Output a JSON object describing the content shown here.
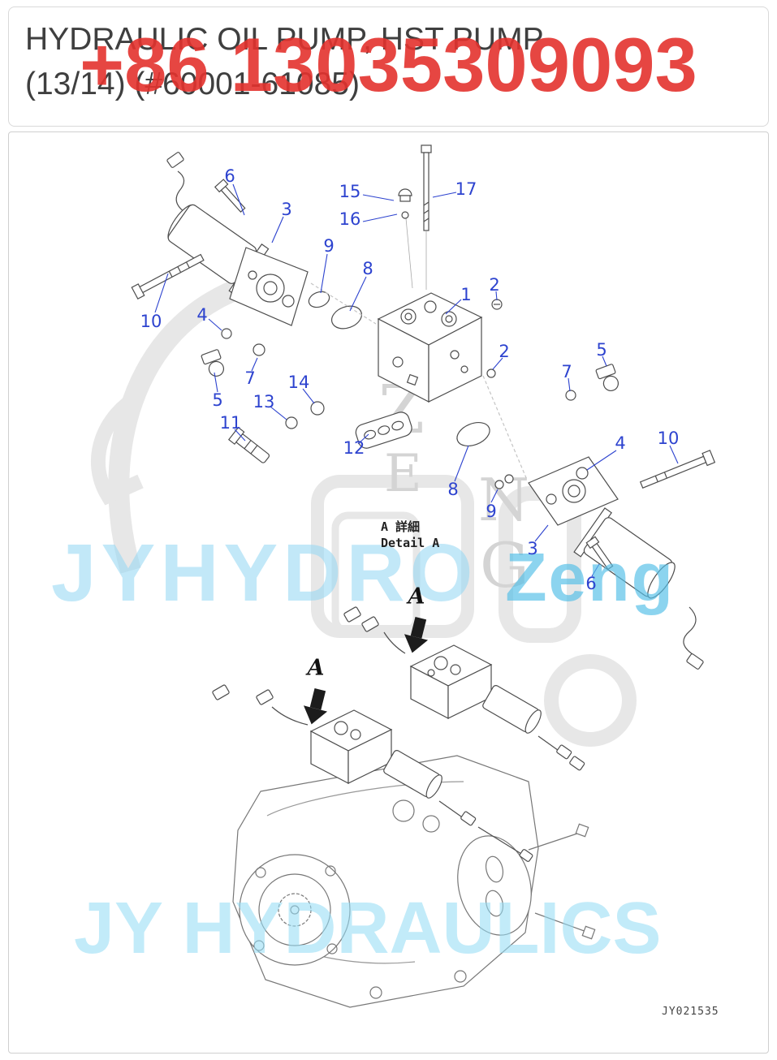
{
  "header": {
    "title_line1": "HYDRAULIC OIL PUMP, HST PUMP",
    "title_line2": "(13/14) (#60001-61085)"
  },
  "watermarks": {
    "phone": "+86 13035309093",
    "brand_mid": "JYHYDRO",
    "brand_mid_suffix": "Zeng",
    "brand_bottom": "JY HYDRAULICS",
    "letters": [
      "Z",
      "E",
      "N",
      "G"
    ]
  },
  "diagram": {
    "detail_label_line1": "A 詳細",
    "detail_label_line2": "Detail A",
    "view_label": "A",
    "drawing_number": "JY021535",
    "callouts": [
      {
        "label": "6"
      },
      {
        "label": "3"
      },
      {
        "label": "15"
      },
      {
        "label": "16"
      },
      {
        "label": "17"
      },
      {
        "label": "9"
      },
      {
        "label": "8"
      },
      {
        "label": "10"
      },
      {
        "label": "4"
      },
      {
        "label": "1"
      },
      {
        "label": "2"
      },
      {
        "label": "7"
      },
      {
        "label": "14"
      },
      {
        "label": "2"
      },
      {
        "label": "5"
      },
      {
        "label": "13"
      },
      {
        "label": "11"
      },
      {
        "label": "12"
      },
      {
        "label": "7"
      },
      {
        "label": "5"
      },
      {
        "label": "8"
      },
      {
        "label": "9"
      },
      {
        "label": "4"
      },
      {
        "label": "10"
      },
      {
        "label": "3"
      },
      {
        "label": "6"
      }
    ]
  },
  "colors": {
    "callout_blue": "#2d43cf",
    "watermark_red": "#e4322e",
    "watermark_blue": "#9ed9f0",
    "title_gray": "#3f3f3f",
    "line_gray": "#4d4d4d"
  }
}
